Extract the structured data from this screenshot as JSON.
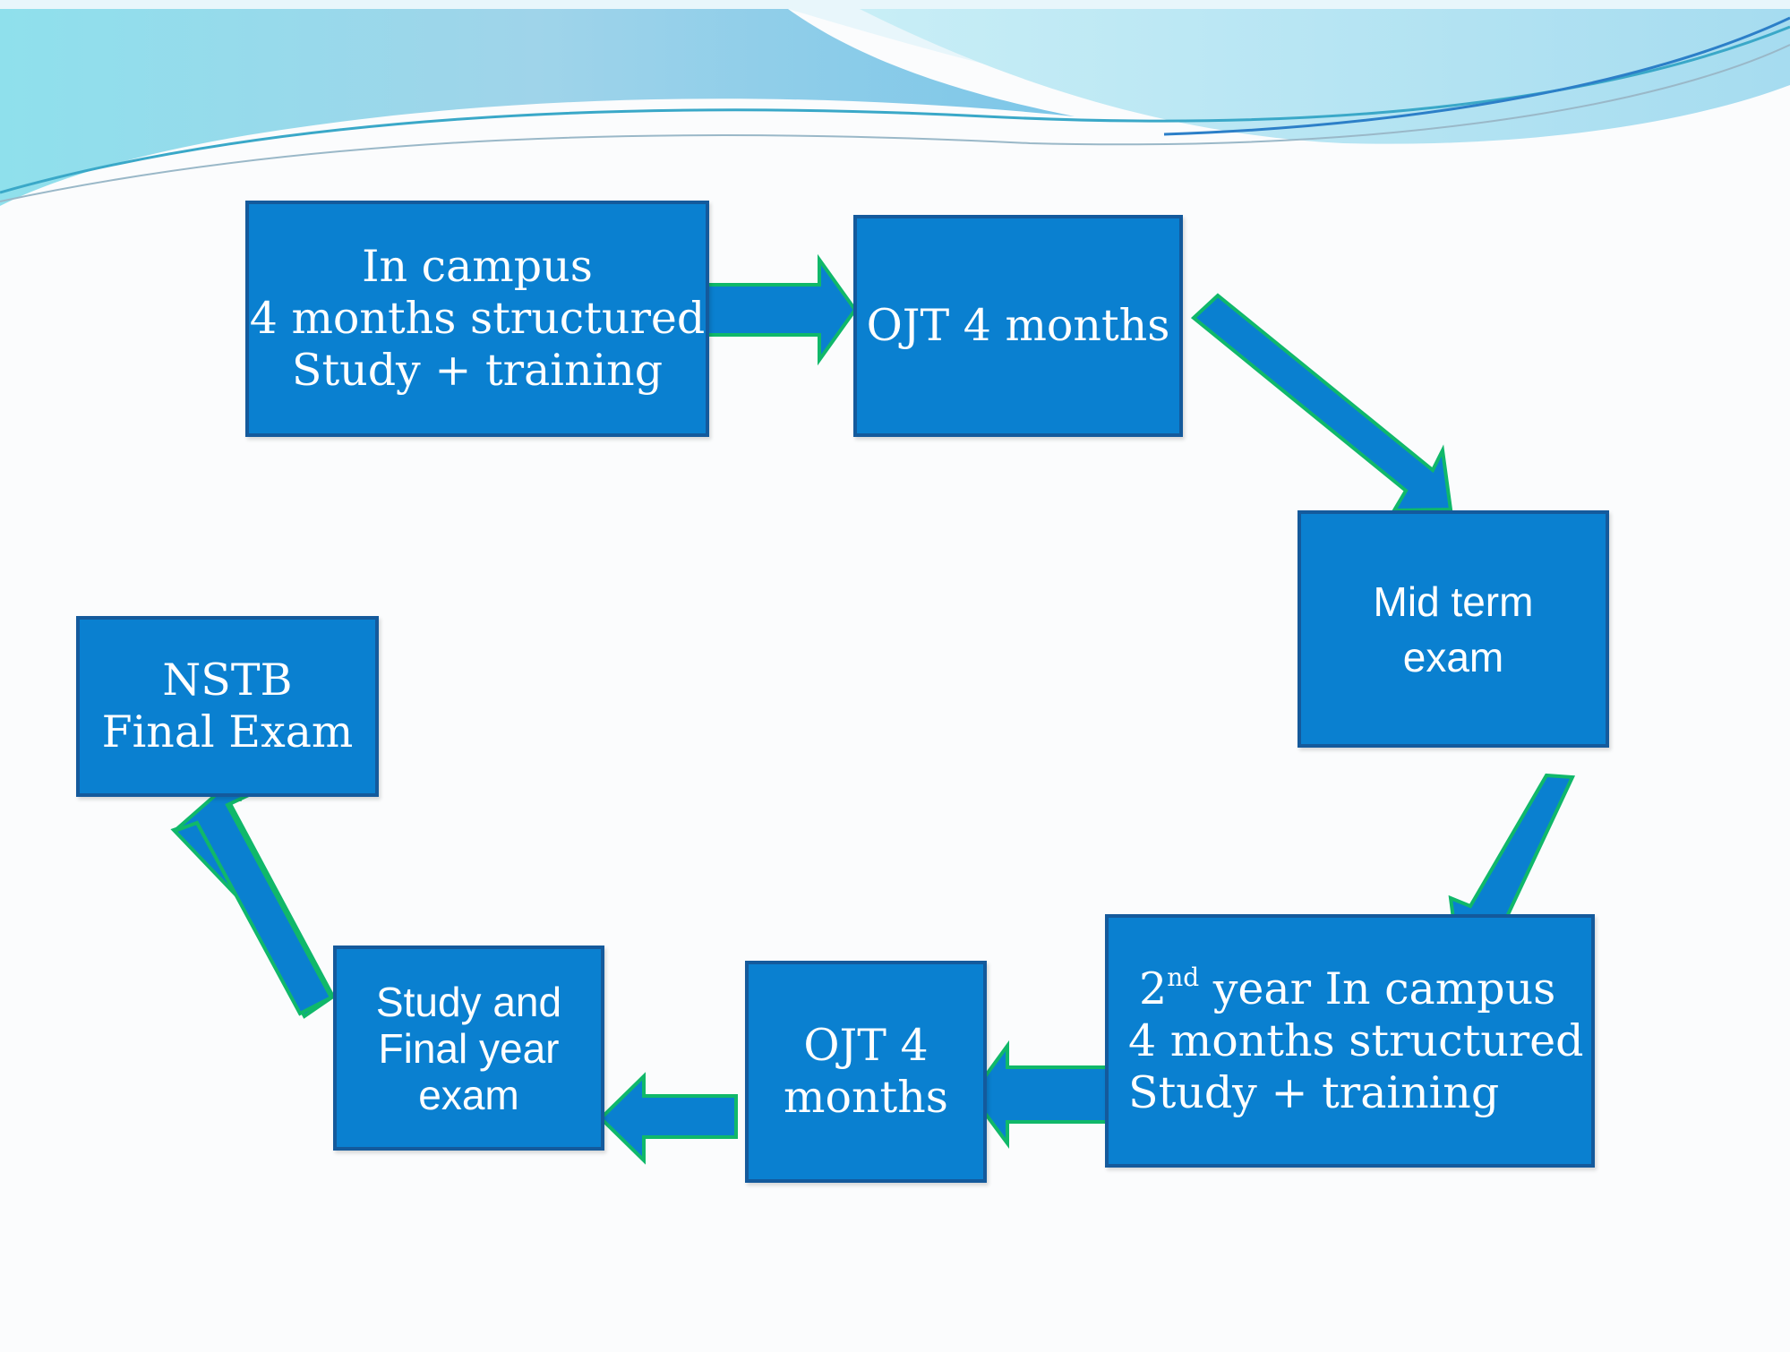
{
  "colors": {
    "box_fill": "#0a80d0",
    "box_border": "#145a9c",
    "arrow_fill": "#0a80d0",
    "arrow_outline": "#10b86a",
    "wave_light": "#8fd6ea",
    "wave_dark": "#4fa0d8"
  },
  "boxes": {
    "in_campus": {
      "lines": [
        "In campus",
        "4 months structured",
        "Study + training"
      ]
    },
    "ojt_1": {
      "text": "OJT 4 months"
    },
    "mid_term": {
      "lines": [
        "Mid term",
        "exam"
      ]
    },
    "second_year": {
      "ordinal_number": "2",
      "ordinal_suffix": "nd",
      "line1_rest": " year In campus",
      "line2": "4 months structured",
      "line3": "Study + training"
    },
    "ojt_2": {
      "lines": [
        "OJT 4",
        "months"
      ]
    },
    "study_final": {
      "lines": [
        "Study and",
        "Final year",
        "exam"
      ]
    },
    "nstb": {
      "lines": [
        "NSTB",
        "Final Exam"
      ]
    }
  }
}
